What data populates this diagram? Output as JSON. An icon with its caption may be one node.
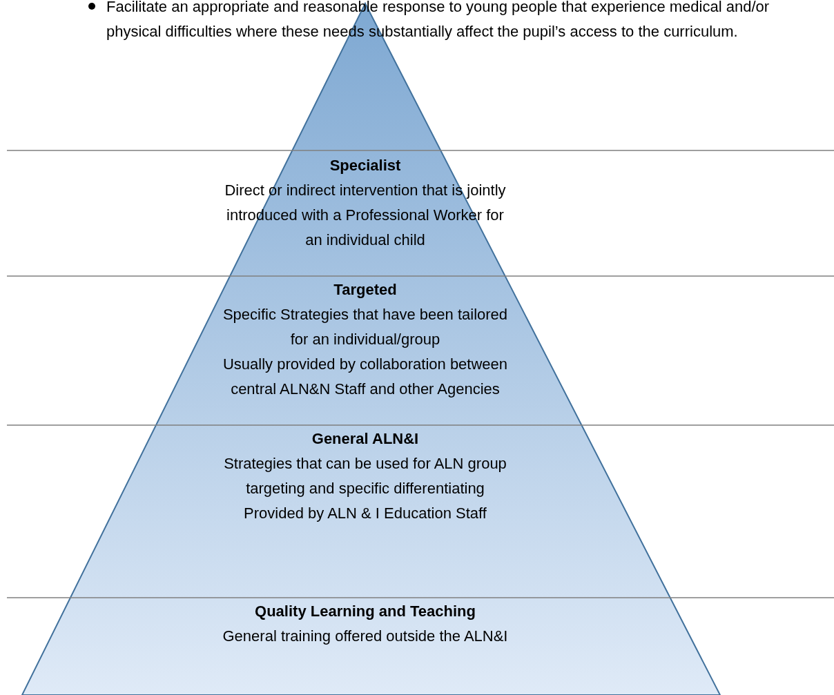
{
  "diagram": {
    "nodes": [
      {
        "text": [
          "Specialist",
          "Direct or indirect intervention that is jointly introduced with a Professional Worker for an individual child"
        ]
      },
      {
        "text": [
          "Targeted",
          "Specific Strategies that have been tailored for an individual/group",
          "Usually provided by collaboration between central ALN&N Staff and other Agencies"
        ]
      },
      {
        "text": [
          "General ALN&I",
          "Strategies that can be used for ALN group targeting and specific differentiating",
          "Provided by ALN & I Education Staff"
        ]
      },
      {
        "text": [
          "Quality Learning and Teaching",
          "General training offered outside the ALN&I"
        ]
      }
    ],
    "labels": [
      "Facilitate an appropriate and reasonable response to young people that experience medical and/or physical difficulties where these needs substantially affect the pupil’s access to the curriculum."
    ]
  }
}
